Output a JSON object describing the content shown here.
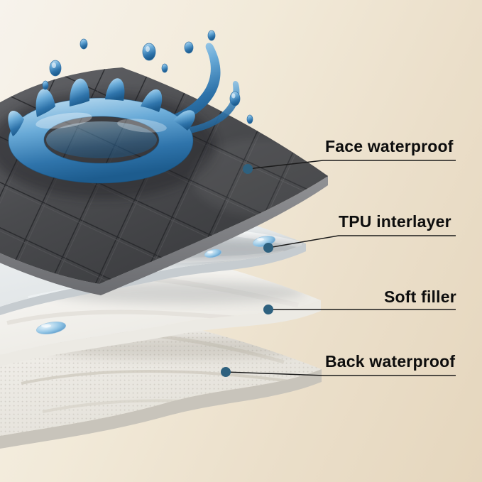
{
  "callouts": [
    {
      "label": "Face waterproof"
    },
    {
      "label": "TPU interlayer"
    },
    {
      "label": "Soft filler"
    },
    {
      "label": "Back waterproof"
    }
  ],
  "colors": {
    "dot": "#2e617f",
    "line": "#1b1b1b",
    "text": "#0d0d0d",
    "background_top": "#f7f3ec",
    "background_bottom": "#e5d6bd",
    "face_layer": "#46474a",
    "water_blue": "#4f93c6"
  }
}
